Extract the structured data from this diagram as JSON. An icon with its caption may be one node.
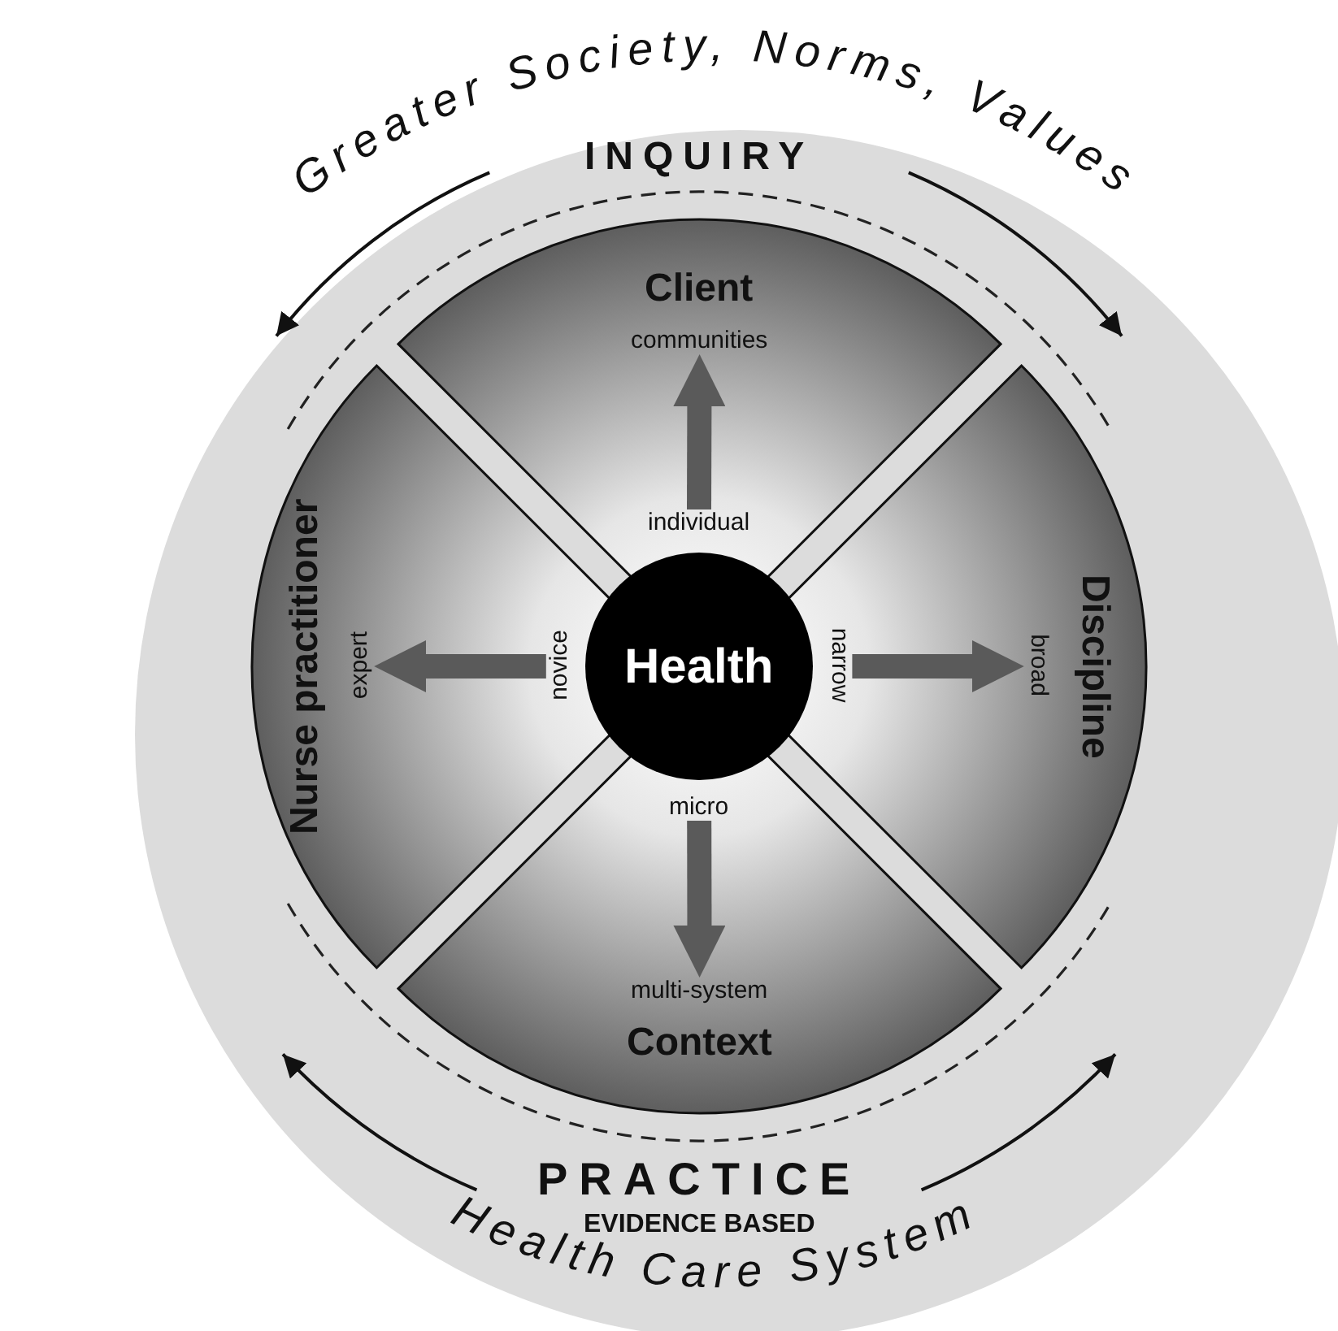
{
  "diagram": {
    "nodes": [
      {
        "text": [
          "INQUIRY",
          "PRACTICE",
          "EVIDENCE BASED"
        ]
      },
      {
        "text": [
          "Client"
        ],
        "in": 0
      },
      {
        "text": [
          "individual"
        ],
        "in": 1
      },
      {
        "text": [
          "communities"
        ],
        "in": 1
      },
      {
        "text": [
          "Nurse practitioner"
        ],
        "in": 0
      },
      {
        "text": [
          "novice"
        ],
        "in": 4
      },
      {
        "text": [
          "expert"
        ],
        "in": 4
      },
      {
        "text": [
          "Discipline"
        ],
        "in": 0
      },
      {
        "text": [
          "narrow"
        ],
        "in": 7
      },
      {
        "text": [
          "broad"
        ],
        "in": 7
      },
      {
        "text": [
          "Context"
        ],
        "in": 0
      },
      {
        "text": [
          "micro"
        ],
        "in": 10
      },
      {
        "text": [
          "multi-system"
        ],
        "in": 10
      },
      {
        "text": [
          "Health"
        ],
        "in": 0
      }
    ],
    "edges": [
      {
        "from": 2,
        "to": 3,
        "arrow": "to"
      },
      {
        "from": 5,
        "to": 6,
        "arrow": "to"
      },
      {
        "from": 8,
        "to": 9,
        "arrow": "to"
      },
      {
        "from": 11,
        "to": 12,
        "arrow": "to"
      }
    ],
    "labels": [
      "Greater Society, Norms, Values",
      "Health Care System"
    ]
  }
}
